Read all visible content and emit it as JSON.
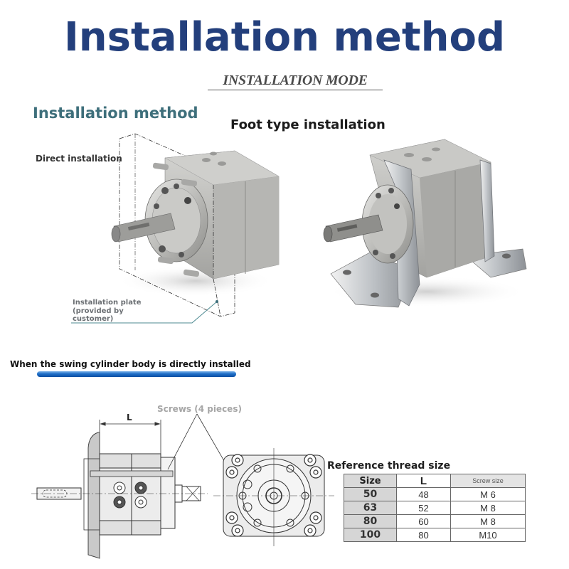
{
  "header": {
    "title": "Installation method",
    "subtitle": "INSTALLATION MODE"
  },
  "section": {
    "title": "Installation method",
    "foot_type_title": "Foot type installation",
    "direct_label": "Direct installation",
    "plate_label_line1": "Installation plate",
    "plate_label_line2": "(provided by",
    "plate_label_line3": "customer)"
  },
  "caption": {
    "direct_installed": "When the swing cylinder body is directly installed"
  },
  "drawing": {
    "dimension_label": "L",
    "screws_label": "Screws (4 pieces)"
  },
  "reference_table": {
    "title": "Reference thread size",
    "headers": [
      "Size",
      "L",
      "Screw size"
    ],
    "rows": [
      [
        "50",
        "48",
        "M  6"
      ],
      [
        "63",
        "52",
        "M  8"
      ],
      [
        "80",
        "60",
        "M  8"
      ],
      [
        "100",
        "80",
        "M10"
      ]
    ]
  },
  "colors": {
    "title_blue": "#233f7c",
    "section_teal": "#3e6f7b",
    "accent_bar_blue": "#1f6fc7"
  }
}
